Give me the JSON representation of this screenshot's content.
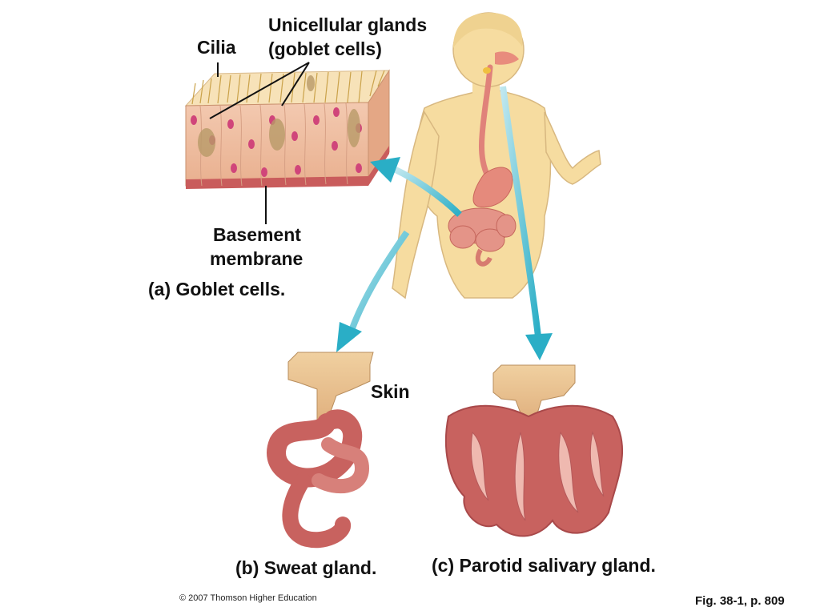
{
  "labels": {
    "cilia": "Cilia",
    "unicellular_line1": "Unicellular glands",
    "unicellular_line2": "(goblet cells)",
    "basement_line1": "Basement",
    "basement_line2": "membrane",
    "goblet_caption": "(a) Goblet cells.",
    "skin": "Skin",
    "sweat_caption": "(b) Sweat gland.",
    "parotid_caption": "(c) Parotid salivary gland.",
    "copyright": "© 2007 Thomson Higher Education",
    "figure_ref": "Fig. 38-1, p. 809"
  },
  "colors": {
    "arrow": "#2aaec6",
    "skin_tone": "#f6dca0",
    "tissue_pink": "#d9898a",
    "gland_red": "#c8625f",
    "epidermis_tan": "#e9c38e"
  },
  "icons": {
    "arrow_a": "arrow-to-goblet-cells",
    "arrow_b": "arrow-to-sweat-gland",
    "arrow_c": "arrow-to-parotid-gland"
  }
}
